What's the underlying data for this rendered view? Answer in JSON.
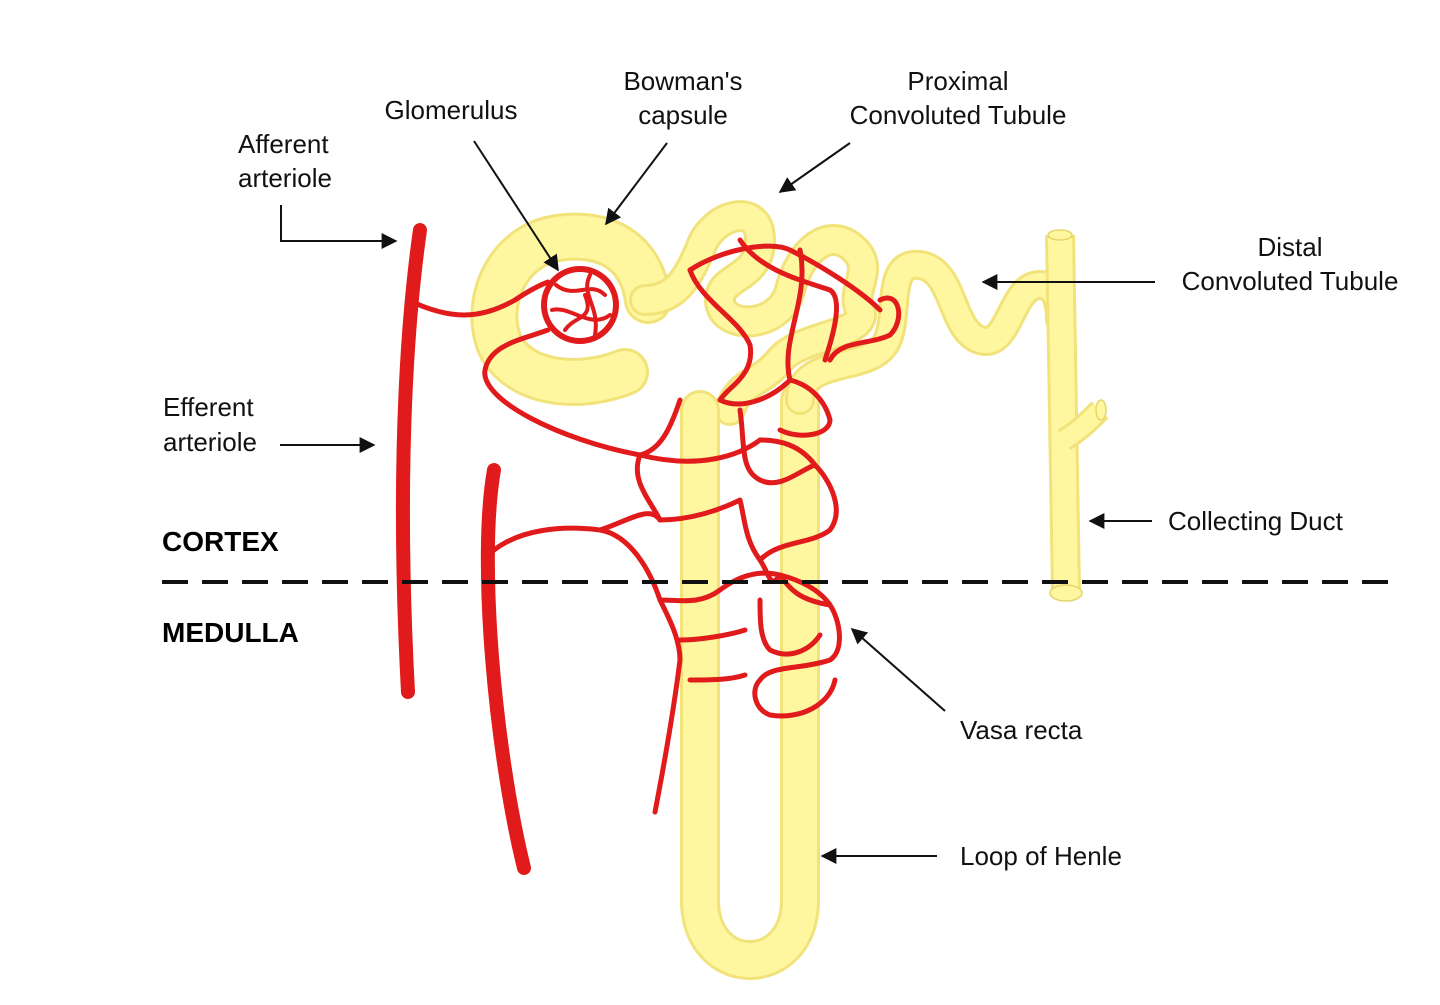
{
  "colors": {
    "tubule_fill": "#FFF7A0",
    "tubule_stroke": "#F2E27A",
    "vessel": "#E11B1B",
    "text": "#111111"
  },
  "labels": {
    "glomerulus": "Glomerulus",
    "bowmans_line1": "Bowman's",
    "bowmans_line2": "capsule",
    "pct_line1": "Proximal",
    "pct_line2": "Convoluted Tubule",
    "afferent_line1": "Afferent",
    "afferent_line2": "arteriole",
    "efferent_line1": "Efferent",
    "efferent_line2": "arteriole",
    "dct_line1": "Distal",
    "dct_line2": "Convoluted Tubule",
    "collecting_duct": "Collecting Duct",
    "vasa_recta": "Vasa recta",
    "loop_of_henle": "Loop of Henle"
  },
  "regions": {
    "cortex": "CORTEX",
    "medulla": "MEDULLA"
  }
}
